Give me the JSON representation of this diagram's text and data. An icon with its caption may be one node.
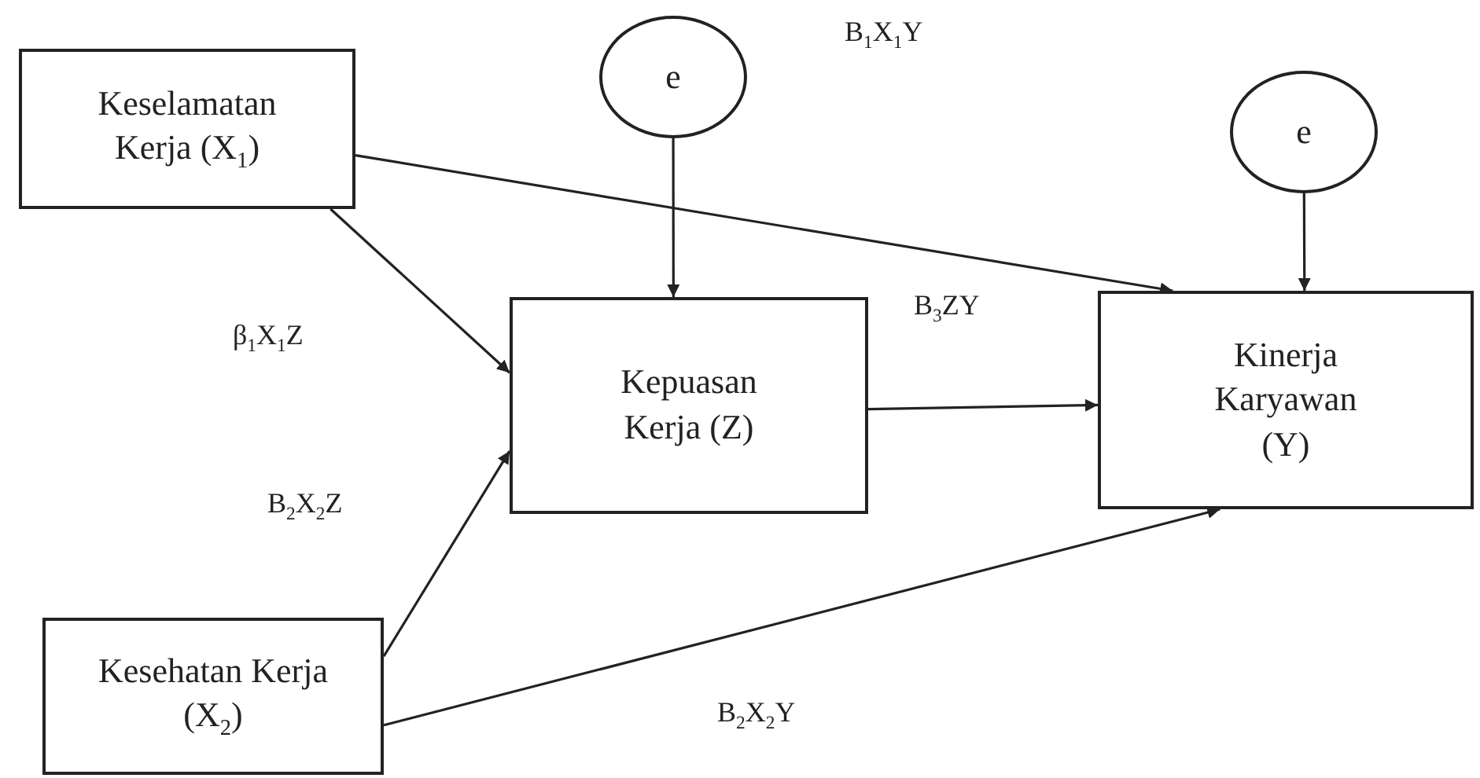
{
  "diagram": {
    "nodes": [
      {
        "text": [
          "Keselamatan Kerja (X$_{1}$)"
        ]
      },
      {
        "text": [
          "e"
        ]
      },
      {
        "text": [
          "e"
        ]
      },
      {
        "text": [
          "Kepuasan Kerja (Z)"
        ]
      },
      {
        "text": [
          "Kinerja Karyawan (Y)"
        ]
      },
      {
        "text": [
          "Kesehatan Kerja (X$_{2}$)"
        ]
      }
    ],
    "edges": [
      {
        "from": 0,
        "to": 4,
        "arrow": "to"
      },
      {
        "from": 1,
        "to": 3,
        "arrow": "to"
      },
      {
        "from": 2,
        "to": 4,
        "arrow": "to"
      },
      {
        "from": 0,
        "to": 3,
        "arrow": "to"
      },
      {
        "from": 3,
        "to": 4,
        "arrow": "to"
      },
      {
        "from": 5,
        "to": 3,
        "arrow": "to"
      },
      {
        "from": 5,
        "to": 4,
        "arrow": "to"
      }
    ],
    "labels": [
      "B$_{1}$X$_{1}$Y",
      "B$_{3}$ZY",
      "β$_{1}$X$_{1}$Z",
      "B$_{2}$X$_{2}$Z",
      "B$_{2}$X$_{2}$Y"
    ]
  }
}
